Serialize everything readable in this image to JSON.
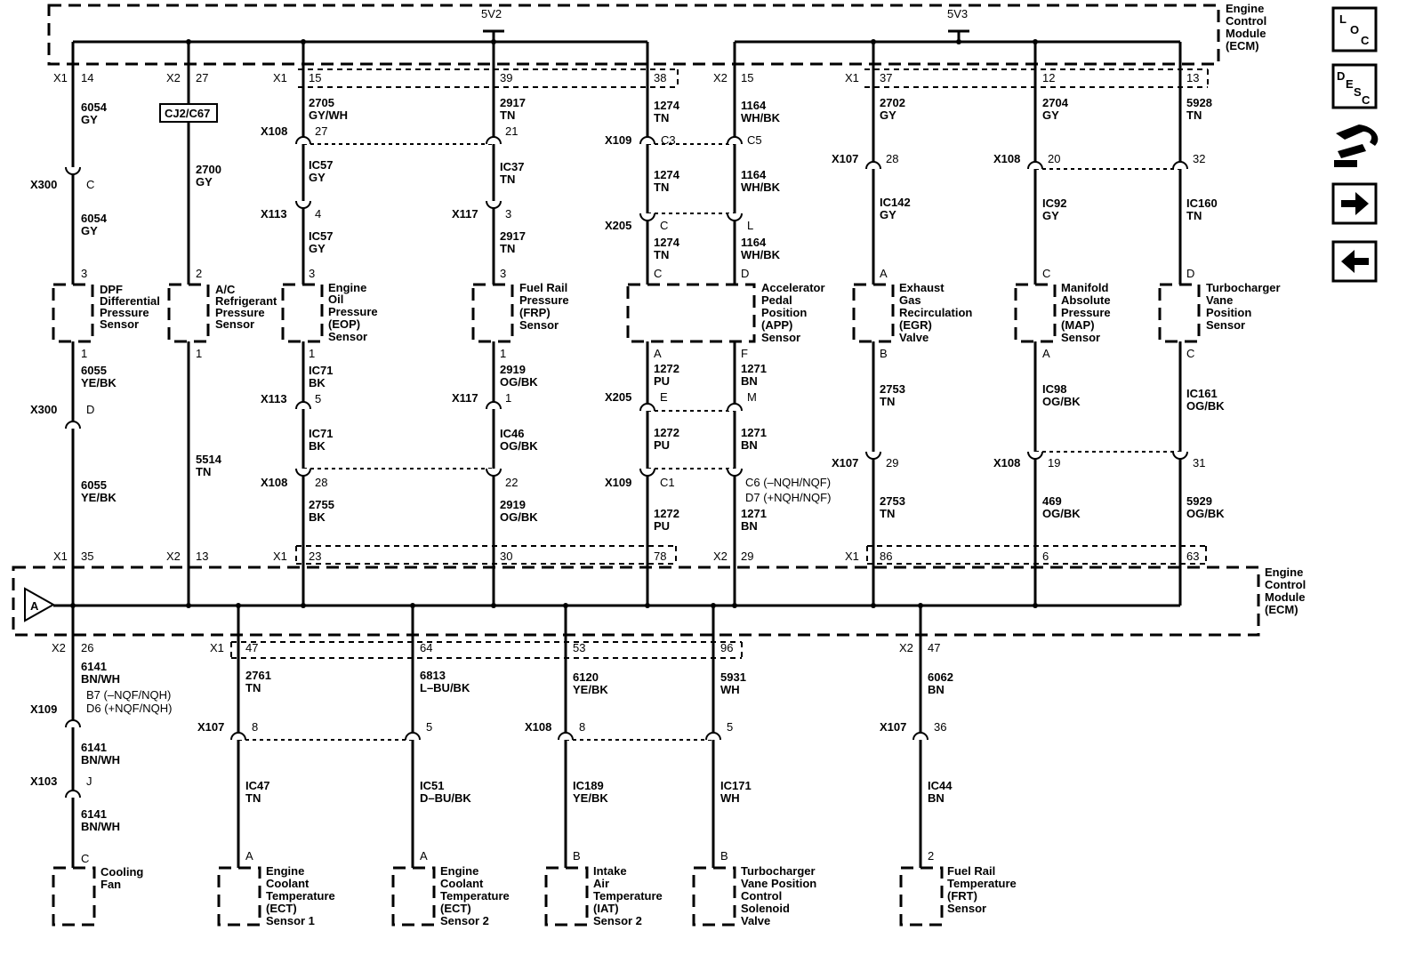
{
  "splices": [
    "5V2",
    "5V3"
  ],
  "modules": {
    "top": [
      "Engine",
      "Control",
      "Module",
      "(ECM)"
    ],
    "bottom": [
      "Engine",
      "Control",
      "Module",
      "(ECM)"
    ]
  },
  "ref_tags": {
    "a_marker": "A",
    "cj2_label": "CJ2/C67"
  },
  "nav": {
    "loc": [
      "L",
      "O",
      "C"
    ],
    "desc": [
      "D",
      "E",
      "S",
      "C"
    ]
  },
  "top_ecm": [
    {
      "c": "X1",
      "p": "14",
      "w1": "6054",
      "w2": "GY",
      "mid": [
        {
          "c": "X300",
          "p": "C"
        }
      ],
      "w3": "6054",
      "w4": "GY",
      "pin": "3",
      "name": [
        "DPF",
        "Differential",
        "Pressure",
        "Sensor"
      ],
      "bpin": "1",
      "b1": "6055",
      "b2": "YE/BK",
      "bc": "X300",
      "bp": "D",
      "b3": "6055",
      "b4": "YE/BK",
      "ec": "X1",
      "ep": "35"
    },
    {
      "c": "X2",
      "p": "27",
      "w1": "2700",
      "w2": "GY",
      "pin": "2",
      "name": [
        "A/C",
        "Refrigerant",
        "Pressure",
        "Sensor"
      ],
      "bpin": "1",
      "b1": "5514",
      "b2": "TN",
      "ec": "X2",
      "ep": "13"
    },
    {
      "c": "X1",
      "p": "15",
      "w1": "2705",
      "w2": "GY/WH",
      "c2": "X108",
      "p2": "27",
      "w3": "IC57",
      "w4": "GY",
      "c3": "X113",
      "p3": "4",
      "w5": "IC57",
      "w6": "GY",
      "pin": "3",
      "name": [
        "Engine",
        "Oil",
        "Pressure",
        "(EOP)",
        "Sensor"
      ],
      "bpin": "1",
      "b1": "IC71",
      "b2": "BK",
      "bc": "X113",
      "bp": "5",
      "b3": "IC71",
      "b4": "BK",
      "bc2": "X108",
      "bp2": "28",
      "b5": "2755",
      "b6": "BK",
      "ec": "X1",
      "ep": "23"
    },
    {
      "p": "39",
      "w1": "2917",
      "w2": "TN",
      "p2": "21",
      "w3": "IC37",
      "w4": "TN",
      "c3": "X117",
      "p3": "3",
      "w5": "2917",
      "w6": "TN",
      "pin": "3",
      "name": [
        "Fuel Rail",
        "Pressure",
        "(FRP)",
        "Sensor"
      ],
      "bpin": "1",
      "b1": "2919",
      "b2": "OG/BK",
      "bc": "X117",
      "bp": "1",
      "b3": "IC46",
      "b4": "OG/BK",
      "bp2": "22",
      "b5": "2919",
      "b6": "OG/BK",
      "ep": "30"
    },
    {
      "p": "38",
      "w1": "1274",
      "w2": "TN",
      "c2": "X109",
      "p2": "C3",
      "w3": "1274",
      "w4": "TN",
      "c3": "X205",
      "p3": "C",
      "w5": "1274",
      "w6": "TN",
      "pin": "C",
      "bpin": "A",
      "b1": "1272",
      "b2": "PU",
      "bc": "X205",
      "bp": "E",
      "b3": "1272",
      "b4": "PU",
      "bc2": "X109",
      "bp2": "C1",
      "b5": "1272",
      "b6": "PU",
      "ep": "78"
    },
    {
      "c": "X2",
      "p": "15",
      "w1": "1164",
      "w2": "WH/BK",
      "p2": "C5",
      "w3": "1164",
      "w4": "WH/BK",
      "p3": "L",
      "w5": "1164",
      "w6": "WH/BK",
      "pin": "D",
      "name": [
        "Accelerator",
        "Pedal",
        "Position",
        "(APP)",
        "Sensor"
      ],
      "bpin": "F",
      "b1": "1271",
      "b2": "BN",
      "bp": "M",
      "b3": "1271",
      "b4": "BN",
      "bp2a": "C6 (–NQH/NQF)",
      "bp2b": "D7 (+NQH/NQF)",
      "b5": "1271",
      "b6": "BN",
      "ec": "X2",
      "ep": "29"
    },
    {
      "c": "X1",
      "p": "37",
      "w1": "2702",
      "w2": "GY",
      "c2": "X107",
      "p2": "28",
      "w3": "IC142",
      "w4": "GY",
      "pin": "A",
      "name": [
        "Exhaust",
        "Gas",
        "Recirculation",
        "(EGR)",
        "Valve"
      ],
      "bpin": "B",
      "b1": "2753",
      "b2": "TN",
      "bc": "X107",
      "bp": "29",
      "b3": "2753",
      "b4": "TN",
      "ec": "X1",
      "ep": "86"
    },
    {
      "p": "12",
      "w1": "2704",
      "w2": "GY",
      "c2": "X108",
      "p2": "20",
      "w3": "IC92",
      "w4": "GY",
      "pin": "C",
      "name": [
        "Manifold",
        "Absolute",
        "Pressure",
        "(MAP)",
        "Sensor"
      ],
      "bpin": "A",
      "b1": "IC98",
      "b2": "OG/BK",
      "bc": "X108",
      "bp": "19",
      "b3": "469",
      "b4": "OG/BK",
      "ep": "6"
    },
    {
      "p": "13",
      "w1": "5928",
      "w2": "TN",
      "p2": "32",
      "w3": "IC160",
      "w4": "TN",
      "pin": "D",
      "name": [
        "Turbocharger",
        "Vane",
        "Position",
        "Sensor"
      ],
      "bpin": "C",
      "b1": "IC161",
      "b2": "OG/BK",
      "bp": "31",
      "b3": "5929",
      "b4": "OG/BK",
      "ep": "63"
    }
  ],
  "bottom_ecm": [
    {
      "c": "X2",
      "p": "26",
      "w1": "6141",
      "w2": "BN/WH",
      "note1": "B7 (–NQF/NQH)",
      "note2": "D6 (+NQF/NQH)",
      "c2": "X109",
      "w3": "6141",
      "w4": "BN/WH",
      "c3": "X103",
      "p3": "J",
      "w5": "6141",
      "w6": "BN/WH",
      "pin": "C",
      "name": [
        "Cooling",
        "Fan"
      ]
    },
    {
      "c": "X1",
      "p": "47",
      "w1": "2761",
      "w2": "TN",
      "c2": "X107",
      "p2": "8",
      "w3": "IC47",
      "w4": "TN",
      "pin": "A",
      "name": [
        "Engine",
        "Coolant",
        "Temperature",
        "(ECT)",
        "Sensor 1"
      ]
    },
    {
      "p": "64",
      "w1": "6813",
      "w2": "L–BU/BK",
      "p2": "5",
      "w3": "IC51",
      "w4": "D–BU/BK",
      "pin": "A",
      "name": [
        "Engine",
        "Coolant",
        "Temperature",
        "(ECT)",
        "Sensor 2"
      ]
    },
    {
      "p": "53",
      "w1": "6120",
      "w2": "YE/BK",
      "c2": "X108",
      "p2": "8",
      "w3": "IC189",
      "w4": "YE/BK",
      "pin": "B",
      "name": [
        "Intake",
        "Air",
        "Temperature",
        "(IAT)",
        "Sensor 2"
      ]
    },
    {
      "p": "96",
      "w1": "5931",
      "w2": "WH",
      "p2": "5",
      "w3": "IC171",
      "w4": "WH",
      "pin": "B",
      "name": [
        "Turbocharger",
        "Vane Position",
        "Control",
        "Solenoid",
        "Valve"
      ]
    },
    {
      "c": "X2",
      "p": "47",
      "w1": "6062",
      "w2": "BN",
      "c2": "X107",
      "p2": "36",
      "w3": "IC44",
      "w4": "BN",
      "pin": "2",
      "name": [
        "Fuel Rail",
        "Temperature",
        "(FRT)",
        "Sensor"
      ]
    }
  ]
}
